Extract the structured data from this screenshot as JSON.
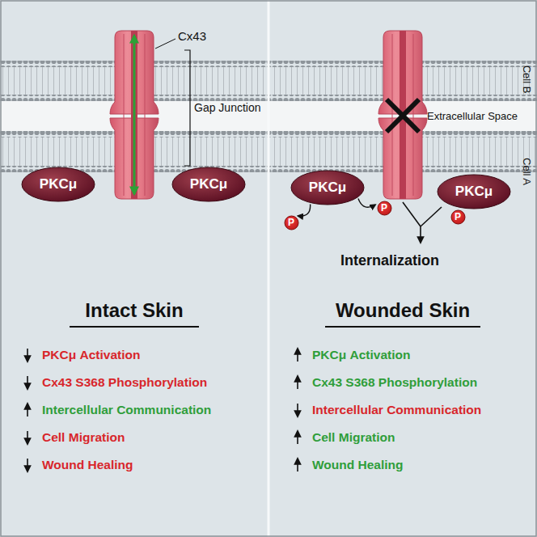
{
  "diagram": {
    "nodes": [
      {
        "text": [
          "PKCμ"
        ]
      },
      {
        "text": [
          "PKCμ"
        ]
      },
      {
        "text": [
          "PKCμ"
        ]
      },
      {
        "text": [
          "PKCμ"
        ]
      },
      {
        "text": [
          "P"
        ]
      },
      {
        "text": [
          "P"
        ]
      },
      {
        "text": [
          "P"
        ]
      }
    ],
    "edges": [
      {
        "from": 2,
        "to": 4,
        "arrow": "to"
      },
      {
        "from": 2,
        "to": 5,
        "arrow": "to"
      }
    ],
    "labels": [
      "Cx43",
      "Gap Junction",
      "Cell B",
      "Cell A",
      "Extracellular Space",
      "Internalization",
      "Intact Skin",
      "Wounded Skin",
      "PKCμ Activation",
      "Cx43 S368 Phosphorylation",
      "Intercellular Communication",
      "Cell Migration",
      "Wound Healing",
      "PKCμ Activation",
      "Cx43 S368 Phosphorylation",
      "Intercellular Communication",
      "Cell Migration",
      "Wound Healing"
    ]
  }
}
